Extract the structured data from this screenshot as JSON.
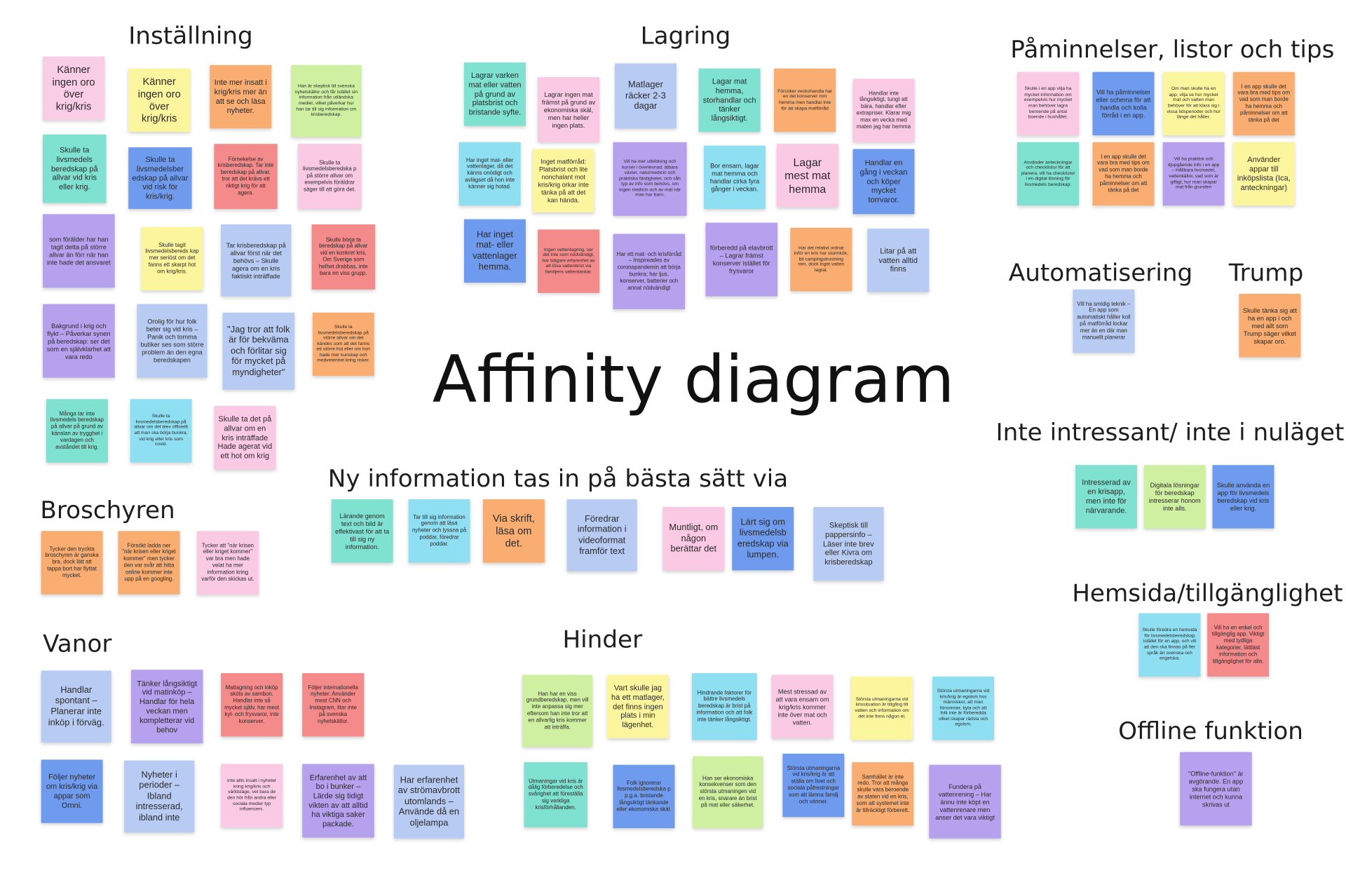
{
  "title": "Affinity diagram",
  "groups": {
    "installning": {
      "heading": "Inställning",
      "notes": [
        "Känner ingen oro över krig/kris",
        "Känner ingen oro över krig/kris",
        "Inte mer insatt i krig/kris mer än att se och läsa nyheter.",
        "Han är skeptisk till svenska nyhetskällor och får istället sin information från utländska medier, vilket påverkar hur han tar till sig information om krisberedskap.",
        "Skulle ta livsmedels beredskap på allvar vid kris eller krig.",
        "Skulle ta livsmedelsber edskap på allvar vid risk för kris/krig.",
        "Förnekelse av krisberedskap. Tar inte beredskap på allvar, tror att det krävs ett riktigt krig för att agera.",
        "Skulle ta livsmedelsberedska p på större allvar om exempelvis föräldrar säger till att göra det.",
        "som förälder har han tagit detta på större allvar än förr när han inte hade det ansvaret",
        "Skulle tagit livsmedelsbereds kap mer seriöst om det fanns ett skarpt hot om krig/kris.",
        "Tar krisberedskap på allvar först när det behövs – Skulle agera om en kris faktiskt inträffade",
        "Skulle börja ta beredskap på allvar vid en konkret kris, Om Sverige som helhet drabbas, inte bara en viss grupp.",
        "Bakgrund i krig och flykt – Påverkar synen på beredskap: ser det som en självklarhet att vara redo",
        "Orolig för hur folk beter sig vid kris – Panik och tomma butiker ses som större problem än den egna beredskapen",
        "\"Jag tror att folk är för bekväma och förlitar sig för mycket på myndigheter\"",
        "Skulle ta livsmedelsberedskap på större allvar om det kändes som att det fanns ett större hot eller om hon hade mer kunskap och medvetenhet kring risker.",
        "Många tar inte livsmedels beredskap på allvar på grund av känslan av trygghet i vardagen och avståndet till krig.",
        "Skulle ta livsmedelsberedskap på allvar om det blev officiellt att man ska börja bunkra, vid krig eller kris som covid.",
        "Skulle ta det på allvar om en kris inträffade Hade agerat vid ett hot om krig"
      ]
    },
    "lagring": {
      "heading": "Lagring",
      "notes": [
        "Lagrar varken mat eller vatten på grund av platsbrist och bristande syfte.",
        "Lagrar ingen mat främst på grund av ekonomiska skäl, men har heller ingen plats.",
        "Matlager räcker 2-3 dagar",
        "Lagar mat hemma, storhandlar och tänker långsiktigt.",
        "Försöker veckohandla har en del konserver mm hemma men handlar inte för att skapa matförråd",
        "Handlar inte långsiktigt, tungt att bära, handlar efter extrapriser. Klarar mig max en vecka med maten jag har hemma",
        "Har inget mat- eller vattenlager, då det känns onödigt och avlägset då hon inte känner sig hotad.",
        "Inget matförråd: Platsbrist och lite nonchalant mot kris/krig orkar inte tänka på att det kan hända.",
        "Vill ha mer utbildning och kurser i överlevnad, ätbara växter, naturmedicin och praktiska färdigheter, och såh typ av info som behövs, om ingen medicin och av mat när man har barn.",
        "Bor ensam, lagar mat hemma och handlar cirka fyra gånger i veckan.",
        "Lagar mest mat hemma",
        "Handlar en gång i veckan och köper mycket torrvaror.",
        "Har inget mat- eller vattenlager hemma.",
        "Ingen vattenlagring, ser det inte som nödvändigt, har tidigare erfarenhet av att lösa vattenbrist via familjens vattentankar.",
        "Har ett mat- och krisförråd – Inspireades av coronapandemin att börja bunkra; har ljus, konserver, batterier och annat nödvändigt",
        "förberedd på elavbrott – Lagrar främst konserver istället för frysvaror",
        "Har det relativt ordnat inför en kris har stormkök, bil campingutrustning mm, dock inget vatten lagrat.",
        "Litar på att vatten alltid finns"
      ]
    },
    "paminnelser": {
      "heading": "Påminnelser, listor och tips",
      "notes": [
        "Skulle i en app vilja ha mycket information om exempelvis hur mycket man behöver lagra beroende på antal boende i hushållet.",
        "Vill ha påminnelser eller schema för att handla och kolla förråd i en app.",
        "Om man skulle ha en app, vilja se hur mycket mat och vatten man behöver för att klara sig i vissa tidsperioder och hur länge det håller.",
        "I en app skulle det vara bra med tips om vad som man borde ha hemma och påminnelser om att tänka på det",
        "Använder anteckningar och checklistor för att planera, vill ha checklistor i en digital lösning för livsmedels beredskap.",
        "I en app skulle det vara bra med tips om vad som man borde ha hemma och påminnelser om att tänka på det",
        "Vill ha praktisk och djupgående info i en app – Hållbara livsmedel, vattenkällor, vad som är giftigt, hur man skapar mat från grunden",
        "Använder appar till inköpslista (Ica, anteckningar)"
      ]
    },
    "automatisering": {
      "heading": "Automatisering",
      "notes": [
        "Vill ha smidig teknik – En app som automatiskt håller koll på matförråd lockar mer än en där man manuellt planerar"
      ]
    },
    "trump": {
      "heading": "Trump",
      "notes": [
        "Skulle tänka sig att ha en app i och med allt som Trump säger vilket skapar oro."
      ]
    },
    "ointressant": {
      "heading": "Inte intressant/ inte i nuläget",
      "notes": [
        "Intresserad av en krisapp, men inte för närvarande.",
        "Digitala lösningar för beredskap intresserar honom inte alls.",
        "Skulle använda en app för livsmedels beredskap vid kris eller krig."
      ]
    },
    "hemsida": {
      "heading": "Hemsida/tillgänglighet",
      "notes": [
        "Skulle föredra en hemsida för livsmedelsberedskap istället för en app, och vill att den ska finnas på fler språk än svenska och engelska.",
        "Vill ha en enkel och tillgänglig app. Viktigt med tydliga kategorier, lättläst information och tillgänglighet för alla."
      ]
    },
    "offline": {
      "heading": "Offline funktion",
      "notes": [
        "\"Offline-funktion\" är avgörande. En app ska fungera utan internet och kunna skrivas ut"
      ]
    },
    "nyinfo": {
      "heading": "Ny information tas in på bästa sätt via",
      "notes": [
        "Lärande genom text och bild är effektivast för att ta till sig ny information.",
        "Tar till sig information genom att läsa nyheter och lyssna på poddar, föredrar poddar.",
        "Via skrift, läsa om det.",
        "Föredrar information i videoformat framför text",
        "Muntligt, om någon berättar det",
        "Lärt sig om livsmedelsb eredskap via lumpen.",
        "Skeptisk till pappersinfo – Läser inte brev eller Kivra om krisberedskap"
      ]
    },
    "broschyren": {
      "heading": "Broschyren",
      "notes": [
        "Tycker den tryckta broschyren är ganska bra, dock lätt att tappa bort har flyttat mycket.",
        "Försökt ladda ner \"när krisen eller kriget kommer\" men tycker den var svår att hitta online kommer inte upp på en googling.",
        "Tycker att \"när krisen eller kriget kommer\" var bra men hade velat ha mer information kring varför den skickas ut."
      ]
    },
    "vanor": {
      "heading": "Vanor",
      "notes": [
        "Handlar spontant – Planerar inte inköp i förväg.",
        "Tänker långsiktigt vid matinköp – Handlar för hela veckan men kompletterar vid behov",
        "Matlagning och inköp sköts av sambon. Handlar inte så mycket själv, har mest kyl- och frysvaror, inte konserver.",
        "Följer internationella nyheter. Använder mest CNN och Instagram, litar inte på svenska nyhetskällor.",
        "Följer nyheter om kris/krig via appar som Omni.",
        "Nyheter i perioder – Ibland intresserad, ibland inte",
        "Inte allls insatt i nyheter kring krig/kris och världsläge, vet bara de den hör från andra eller sociala medier typ influencers.",
        "Erfarenhet av att bo i bunker – Lärde sig tidigt vikten av att alltid ha viktiga saker packade.",
        "Har erfarenhet av strömavbrott utomlands – Använde då en oljelampa"
      ]
    },
    "hinder": {
      "heading": "Hinder",
      "notes": [
        "Han har en viss grundberedskap, men vill inte anpassa sig mer eftersom han inte tror att en allvarlig kris kommer att inträffa.",
        "Vart skulle jag ha ett matlager, det finns ingen plats i min lägenhet.",
        "Hindrande faktorer för bättre livsmedels beredskap är brist på information och att folk inte tänker långsiktigt.",
        "Mest stressad av att vara ensam om krig/kris kommer inte över mat och vatten.",
        "Största utmaningarna vid krissituation är tillgång till vatten och information om det inte finns någon el.",
        "Största utmaningarna vid kris/krig är egoism hos människor, att man försvinner, kyla och att folk inte är förberedda vilket skapar rädsla och egoism.",
        "Utmaningar vid kris är dålig förberedelse och svårighet att föreställa sig verkliga krisförhållanden.",
        "Folk ignorerar livsmedelsberedska p p.g.a. bristande långsiktigt tänkande eller ekonomiska skäl.",
        "Han ser ekonomiska konsekvenser som den största utmaningen vid en kris, snarare än brist på mat eller säkerhet.",
        "Största utmaningarna vid kris/krig är att ställa om livet och sociala påfrestningar som att lämna familj och vänner.",
        "Samhället är inte redo. Tror att många skulle vara beroende av staten vid en kris, som att systemet inte är tillräckligt förberett.",
        "Fundera på vattenrening – Har ännu inte köpt en vattenrenare men anser det vara viktigt"
      ]
    }
  }
}
